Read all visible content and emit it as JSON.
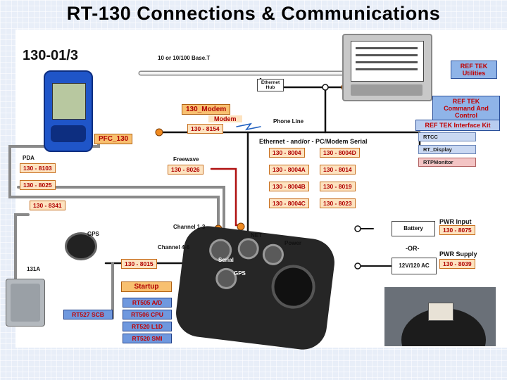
{
  "title": "RT-130 Connections & Communications",
  "model": "130-01/3",
  "labels": {
    "ethernet_base": "10 or 10/100 Base.T",
    "ethernet_hub": "Ethernet Hub",
    "phone_line": "Phone Line",
    "ethernet_serial": "Ethernet - and/or - PC/Modem Serial",
    "modem": "Modem",
    "pda": "PDA",
    "freewave": "Freewave",
    "gps": "GPS",
    "channel_1_3": "Channel 1-3",
    "channel_4_6": "Channel 4-6",
    "net": "NET",
    "power": "Power",
    "serial": "Serial",
    "gps_conn": "GPS",
    "sensor_131a": "131A",
    "pwr_input": "PWR Input",
    "or": "-OR-",
    "pwr_supply": "PWR Supply",
    "battery": "Battery",
    "ac": "12V/120 AC"
  },
  "headers": {
    "modem_130": "130_Modem",
    "pfc_130": "PFC_130",
    "startup": "Startup"
  },
  "software": {
    "utilities": "REF TEK Utilities",
    "command": "REF TEK Command And Control",
    "interface_kit": "REF TEK Interface Kit",
    "rtcc": "RTCC",
    "rt_display": "RT_Display",
    "rtpmonitor": "RTPMonitor"
  },
  "parts": {
    "modem": "130 - 8154",
    "pda_1": "130 - 8103",
    "pda_2": "130 - 8025",
    "freewave": "130 - 8026",
    "gps_cable": "130 - 8341",
    "net_1": "130 - 8004",
    "net_2": "130 - 8004D",
    "net_3": "130 - 8004A",
    "net_4": "130 - 8014",
    "net_5": "130 - 8004B",
    "net_6": "130 - 8019",
    "net_7": "130 - 8004C",
    "net_8": "130 - 8023",
    "sensor": "130 - 8015",
    "battery_cable": "130 - 8075",
    "supply": "130 - 8039"
  },
  "boards": [
    "RT505 A/D",
    "RT506 CPU",
    "RT520 L1D",
    "RT520 SMI"
  ],
  "scb": "RT527 SCB",
  "colors": {
    "cable_gray": "#8a8a8a",
    "cable_black": "#111111",
    "cable_red": "#b01010",
    "node_orange": "#f08a20"
  }
}
